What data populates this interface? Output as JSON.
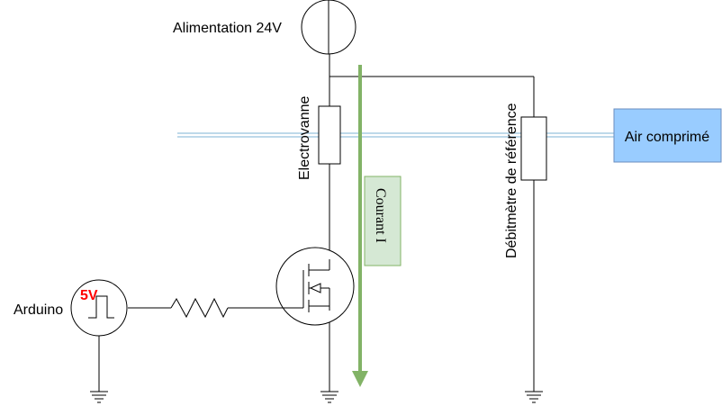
{
  "labels": {
    "supply": "Alimentation 24V",
    "valve": "Electrovanne",
    "flowmeter": "Débitmètre de référence",
    "air": "Air comprimé",
    "current": "Courant I",
    "arduino": "Arduino",
    "voltage": "5V"
  },
  "colors": {
    "air_fill": "#99ccff",
    "air_stroke": "#6c8ebf",
    "current_arrow": "#82b366",
    "current_box_fill": "#d5e8d4",
    "current_box_stroke": "#82b366",
    "voltage_text": "#ff0000",
    "air_line": "#7eb3d6"
  }
}
